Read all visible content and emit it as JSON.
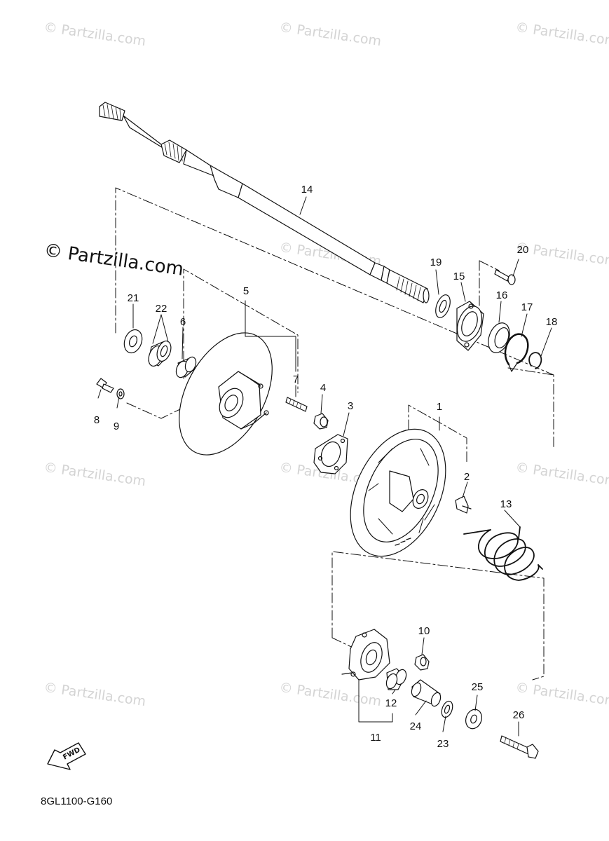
{
  "watermarks": {
    "small": "© Partzilla.com",
    "large": "© Partzilla.com"
  },
  "diagram_code": "8GL1100-G160",
  "fwd_label": "FWD",
  "callouts": {
    "c1": "1",
    "c2": "2",
    "c3": "3",
    "c4": "4",
    "c5": "5",
    "c6": "6",
    "c7": "7",
    "c8": "8",
    "c9": "9",
    "c10": "10",
    "c11": "11",
    "c12": "12",
    "c13": "13",
    "c14": "14",
    "c15": "15",
    "c16": "16",
    "c17": "17",
    "c18": "18",
    "c19": "19",
    "c20": "20",
    "c21": "21",
    "c22": "22",
    "c23": "23",
    "c24": "24",
    "c25": "25",
    "c26": "26"
  },
  "colors": {
    "line": "#111111",
    "watermark": "#d4d4d4",
    "background": "#ffffff"
  }
}
